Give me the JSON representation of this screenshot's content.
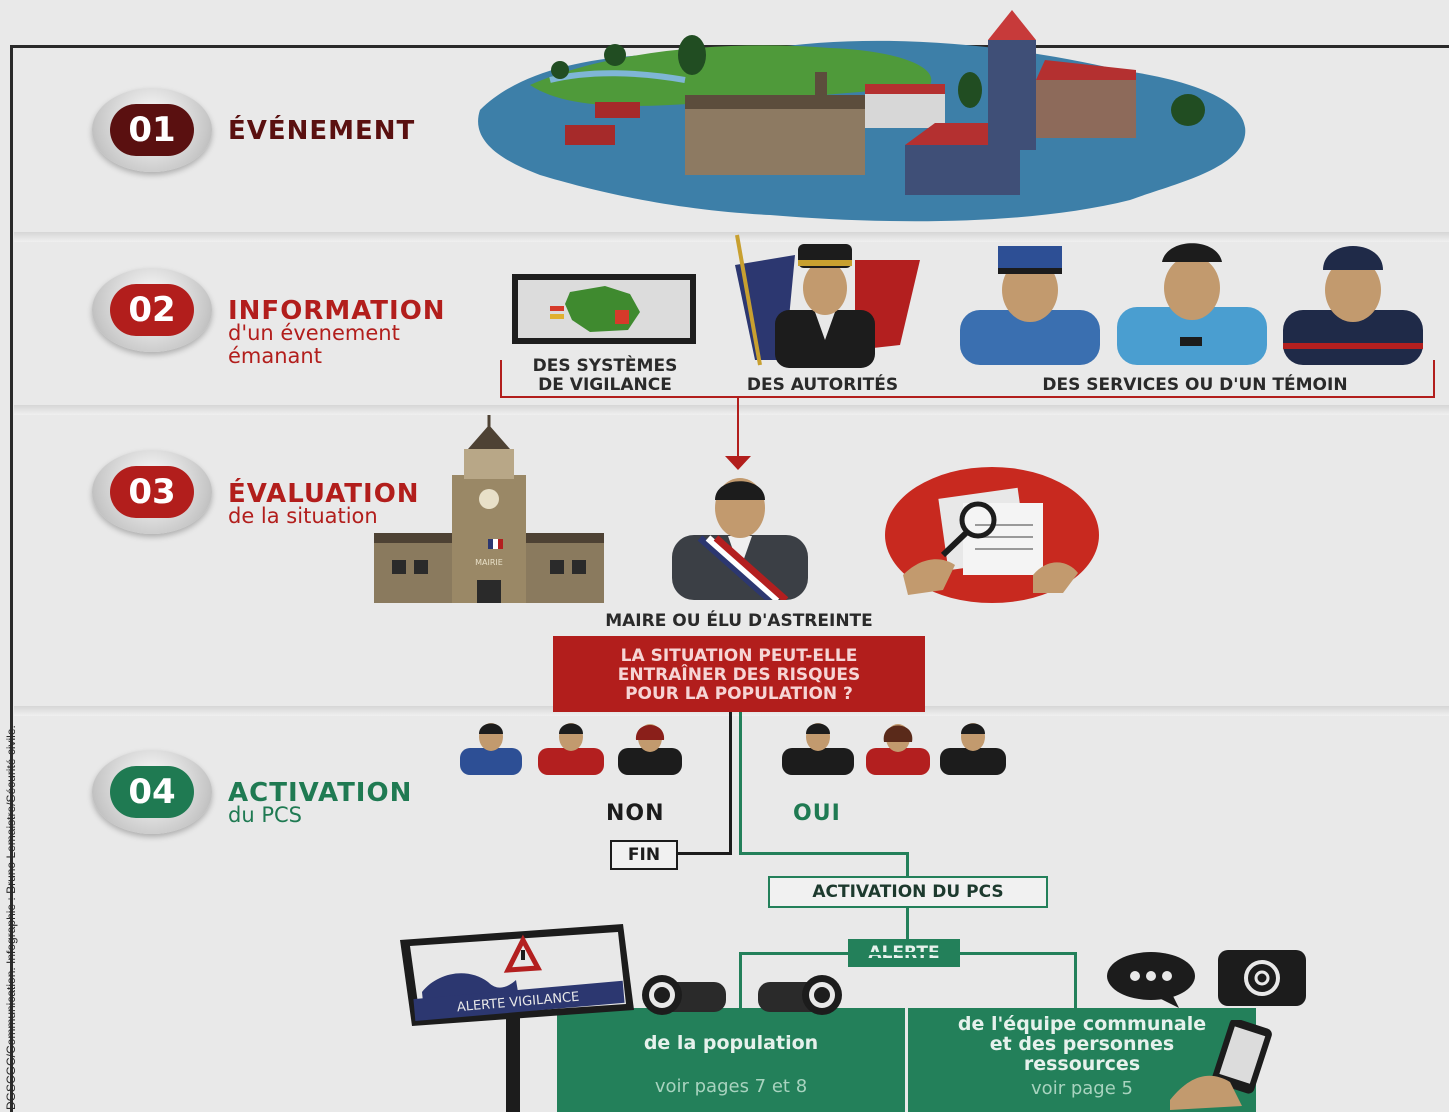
{
  "sections": {
    "s1": {
      "number": "01",
      "title": "ÉVÉNEMENT",
      "color": "#5a1010"
    },
    "s2": {
      "number": "02",
      "title": "INFORMATION",
      "subtitle_line1": "d'un évenement",
      "subtitle_line2": "émanant",
      "color": "#b21e1c"
    },
    "s3": {
      "number": "03",
      "title": "ÉVALUATION",
      "subtitle": "de la situation",
      "color": "#b21e1c"
    },
    "s4": {
      "number": "04",
      "title": "ACTIVATION",
      "subtitle": "du PCS",
      "color": "#1f7a52"
    }
  },
  "sources": {
    "vigilance_line1": "DES SYSTÈMES",
    "vigilance_line2": "DE VIGILANCE",
    "autorites": "DES AUTORITÉS",
    "services": "DES SERVICES OU D'UN TÉMOIN"
  },
  "mairie_sign": "MAIRIE",
  "maire_caption": "MAIRE OU ÉLU D'ASTREINTE",
  "question": {
    "line1": "LA SITUATION PEUT-ELLE",
    "line2": "ENTRAÎNER DES RISQUES",
    "line3": "POUR LA POPULATION ?"
  },
  "decision": {
    "non": "NON",
    "oui": "OUI",
    "fin": "FIN"
  },
  "activation_box": "ACTIVATION DU PCS",
  "alerte_box": "ALERTE",
  "alert_sign": "ALERTE VIGILANCE",
  "targets": {
    "population": {
      "label": "de la population",
      "pages": "voir pages 7 et 8"
    },
    "equipe": {
      "line1": "de l'équipe communale",
      "line2": "et des personnes",
      "line3": "ressources",
      "pages": "voir page 5"
    }
  },
  "credit": "DGSCGC/Communication. Infographie : Bruno Lemaistre/Sécurité civile.",
  "icons": [
    "map-screen-icon",
    "prefect-icon",
    "police-officer-icon",
    "gendarme-icon",
    "firefighter-icon",
    "town-hall-icon",
    "mayor-icon",
    "magnifier-document-icon",
    "person-icon",
    "binoculars-icon",
    "chat-bubble-icon",
    "at-sign-icon",
    "phone-hand-icon",
    "warning-sign-icon"
  ]
}
